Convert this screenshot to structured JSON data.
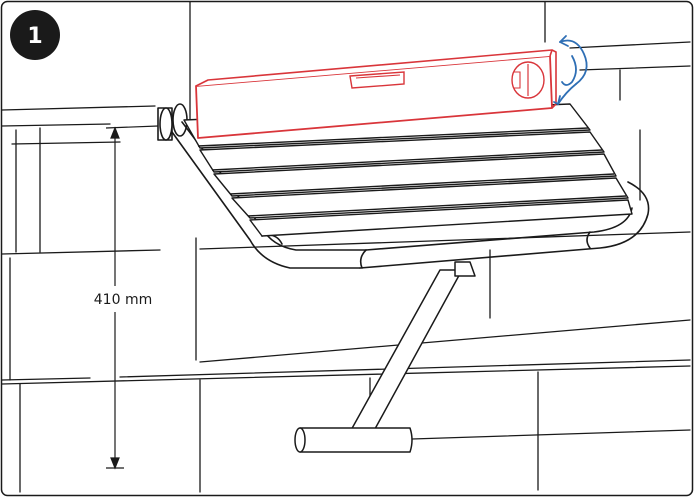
{
  "step": {
    "number": "1"
  },
  "dimension": {
    "seat_height": "410 mm"
  },
  "icons": {
    "rotate": "rotate-arrows-icon",
    "level": "spirit-level"
  },
  "colors": {
    "line": "#1a1a1a",
    "level_stroke": "#d9353a",
    "level_fill": "#ffffff",
    "rotate_arrows": "#2f6fb5",
    "badge": "#1a1a1a",
    "badge_text": "#ffffff"
  }
}
